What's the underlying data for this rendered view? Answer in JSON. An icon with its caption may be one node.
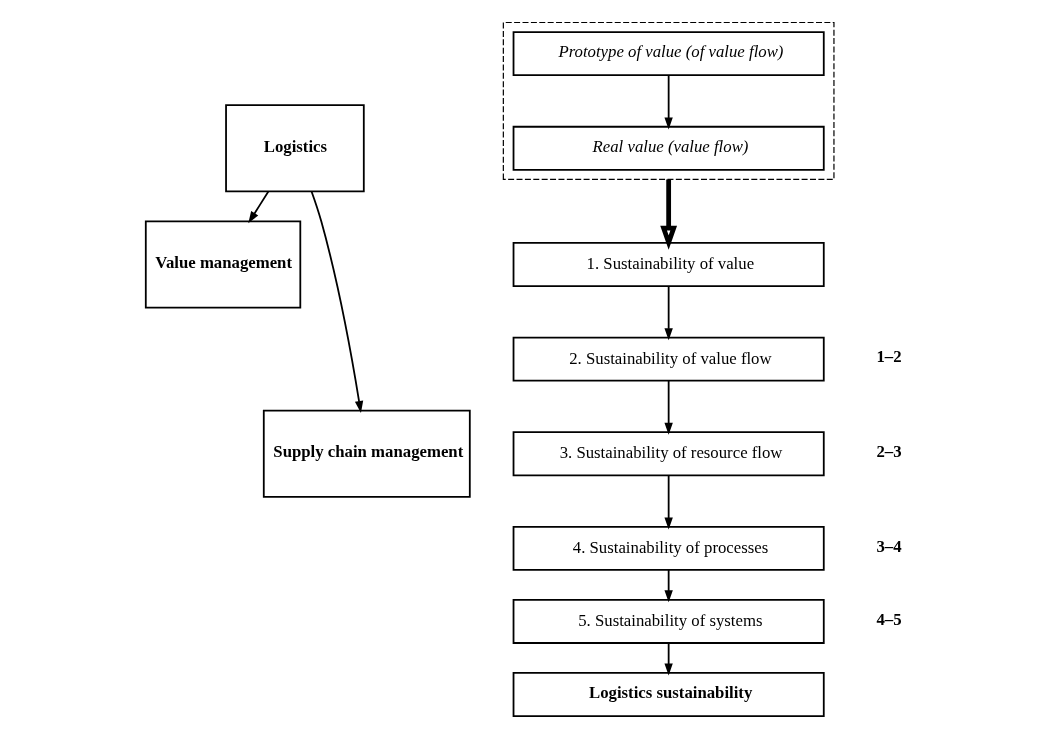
{
  "diagram": {
    "nodes": [
      {
        "text": [
          "Logistics"
        ]
      },
      {
        "text": [
          "Value management"
        ]
      },
      {
        "text": [
          "Supply chain management"
        ]
      },
      {
        "text": [],
        "shape": "box"
      },
      {
        "text": [
          "Prototype of value (of value flow)"
        ],
        "in": 3
      },
      {
        "text": [
          "Real value (value flow)"
        ],
        "in": 3
      },
      {
        "text": [
          "1. Sustainability of value"
        ]
      },
      {
        "text": [
          "2. Sustainability of value flow"
        ]
      },
      {
        "text": [
          "3. Sustainability of resource flow"
        ]
      },
      {
        "text": [
          "4. Sustainability of processes"
        ]
      },
      {
        "text": [
          "5. Sustainability of systems"
        ]
      },
      {
        "text": [
          "Logistics sustainability"
        ]
      }
    ],
    "edges": [
      {
        "from": 0,
        "to": 1,
        "arrow": "to"
      },
      {
        "from": 0,
        "to": 2,
        "arrow": "to"
      },
      {
        "from": 4,
        "to": 5,
        "arrow": "to"
      },
      {
        "from": 3,
        "to": 6,
        "arrow": "to",
        "style": "thick"
      },
      {
        "from": 6,
        "to": 7,
        "arrow": "to"
      },
      {
        "from": 7,
        "to": 8,
        "arrow": "to"
      },
      {
        "from": 8,
        "to": 9,
        "arrow": "to"
      },
      {
        "from": 9,
        "to": 10,
        "arrow": "to"
      },
      {
        "from": 10,
        "to": 11,
        "arrow": "to"
      }
    ],
    "labels": [
      "1–2",
      "2–3",
      "3–4",
      "4–5"
    ]
  }
}
